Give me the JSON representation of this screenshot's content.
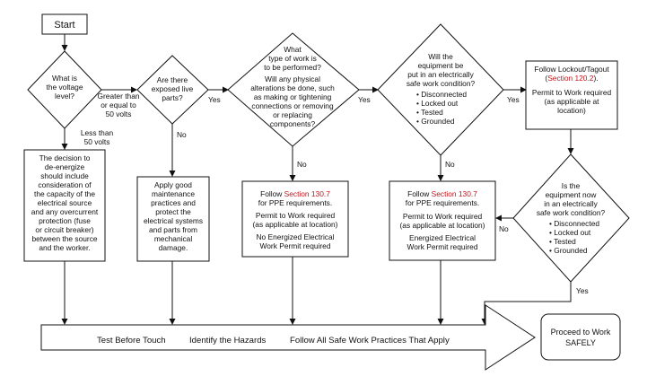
{
  "start": "Start",
  "d1": {
    "q": [
      "What is",
      "the voltage",
      "level?"
    ],
    "yes": [
      "Greater than",
      "or equal to",
      "50 volts"
    ],
    "no": [
      "Less than",
      "50 volts"
    ]
  },
  "box1": [
    "The decision to",
    "de-energize",
    "should include",
    "consideration of",
    "the capacity of the",
    "electrical source",
    "and any overcurrent",
    "protection (fuse",
    "or circuit breaker)",
    "between the source",
    "and the worker."
  ],
  "d2": {
    "q": [
      "Are there",
      "exposed live",
      "parts?"
    ],
    "yes": "Yes",
    "no": "No"
  },
  "box2": [
    "Apply good",
    "maintenance",
    "practices and",
    "protect the",
    "electrical systems",
    "and parts from",
    "mechanical",
    "damage."
  ],
  "d3": {
    "q": [
      "What",
      "type of work is",
      "to be performed?",
      "",
      "Will any physical",
      "alterations be done, such",
      "as making or tightening",
      "connections or removing",
      "or replacing",
      "components?"
    ],
    "yes": "Yes",
    "no": "No"
  },
  "box3": {
    "follow": "Follow ",
    "section": "Section 130.7",
    "ppe": "for PPE requirements.",
    "permit": [
      "Permit to Work required",
      "(as applicable at location)"
    ],
    "energized": [
      "No Energized Electrical",
      "Work Permit required"
    ]
  },
  "d4": {
    "q": [
      "Will the",
      "equipment be",
      "put in an electrically",
      "safe work condition?"
    ],
    "items": [
      "• Disconnected",
      "• Locked out",
      "• Tested",
      "• Grounded"
    ],
    "yes": "Yes",
    "no": "No"
  },
  "box4": {
    "follow": "Follow ",
    "section": "Section 130.7",
    "ppe": "for PPE requirements.",
    "permit": [
      "Permit to Work required",
      "(as applicable at location)"
    ],
    "energized": [
      "Energized Electrical",
      "Work Permit required"
    ]
  },
  "box5": {
    "lockout": "Follow Lockout/Tagout",
    "open": "(",
    "section": "Section 120.2",
    "close": ").",
    "permit": [
      "Permit to Work required",
      "(as applicable at",
      "location)"
    ]
  },
  "d5": {
    "q": [
      "Is the",
      "equipment now",
      "in an electrically",
      "safe work condition?"
    ],
    "items": [
      "• Disconnected",
      "• Locked out",
      "• Tested",
      "• Grounded"
    ],
    "yes": "Yes",
    "no": "No"
  },
  "bar": {
    "items": [
      "Test Before Touch",
      "Identify the Hazards",
      "Follow All Safe Work Practices That Apply"
    ]
  },
  "proceed": [
    "Proceed to Work",
    "SAFELY"
  ],
  "colors": {
    "link": "#c0161c",
    "line": "#111111"
  }
}
